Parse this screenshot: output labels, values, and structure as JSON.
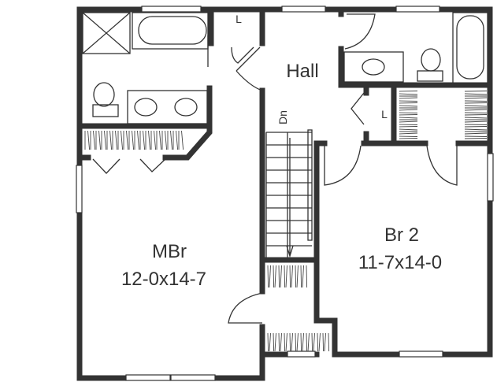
{
  "plan": {
    "rooms": {
      "hall": {
        "name": "Hall"
      },
      "master_bedroom": {
        "name": "MBr",
        "dimensions": "12-0x14-7"
      },
      "bedroom2": {
        "name": "Br 2",
        "dimensions": "11-7x14-0"
      }
    },
    "stairs": {
      "label": "Dn"
    },
    "linen_closet_top": {
      "label": "L"
    },
    "linen_closet_hall": {
      "label": "L"
    },
    "colors": {
      "wall": "#333333",
      "background": "#ffffff"
    }
  }
}
